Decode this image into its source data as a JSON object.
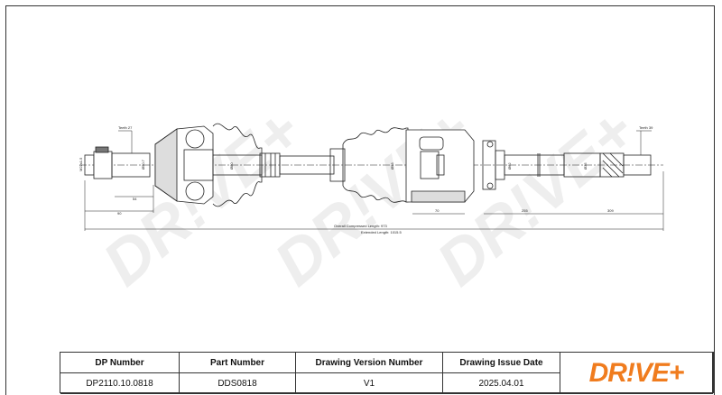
{
  "drawing": {
    "left_thread": "M22x1.5",
    "left_teeth": "Teeth 27",
    "right_teeth": "Teeth 39",
    "diameters": [
      "Ø50.7",
      "Ø80",
      "Ø93",
      "Ø62",
      "Ø35"
    ],
    "dims": {
      "d54": "54",
      "d90": "90",
      "d70": "70",
      "d255": "255",
      "d309": "309"
    },
    "overall_compressed": "Overall  Compressed  Length: 973",
    "extended": "Extended  Length: 1015.5"
  },
  "table": {
    "headers": [
      "DP Number",
      "Part Number",
      "Drawing Version Number",
      "Drawing Issue Date"
    ],
    "values": [
      "DP2110.10.0818",
      "DDS0818",
      "V1",
      "2025.04.01"
    ]
  },
  "logo": "DR!VE+",
  "colors": {
    "brand": "#f07c1e",
    "watermark": "#ececec"
  }
}
